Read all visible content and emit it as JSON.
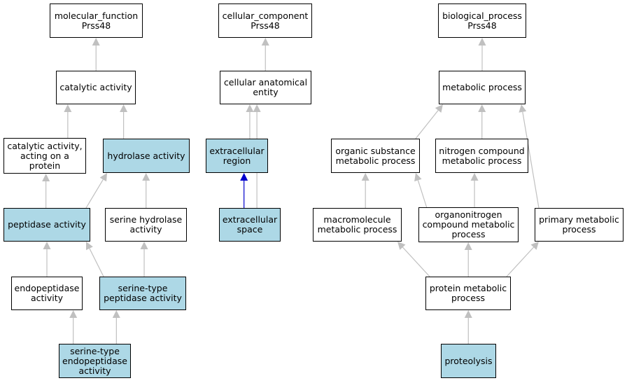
{
  "colors": {
    "highlight_fill": "#add8e6",
    "edge_default": "#c0c0c0",
    "edge_active": "#0000cd",
    "border": "#000000"
  },
  "nodes": [
    {
      "id": "molecular_function",
      "label": "molecular_function\nPrss48",
      "highlighted": false
    },
    {
      "id": "catalytic_activity",
      "label": "catalytic activity",
      "highlighted": false
    },
    {
      "id": "catalytic_activity_protein",
      "label": "catalytic activity,\nacting on a\nprotein",
      "highlighted": false
    },
    {
      "id": "hydrolase_activity",
      "label": "hydrolase activity",
      "highlighted": true
    },
    {
      "id": "peptidase_activity",
      "label": "peptidase activity",
      "highlighted": true
    },
    {
      "id": "serine_hydrolase_activity",
      "label": "serine hydrolase\nactivity",
      "highlighted": false
    },
    {
      "id": "endopeptidase_activity",
      "label": "endopeptidase\nactivity",
      "highlighted": false
    },
    {
      "id": "serine_type_peptidase_activity",
      "label": "serine-type\npeptidase activity",
      "highlighted": true
    },
    {
      "id": "serine_type_endopeptidase_activity",
      "label": "serine-type\nendopeptidase\nactivity",
      "highlighted": true
    },
    {
      "id": "cellular_component",
      "label": "cellular_component\nPrss48",
      "highlighted": false
    },
    {
      "id": "cellular_anatomical_entity",
      "label": "cellular anatomical\nentity",
      "highlighted": false
    },
    {
      "id": "extracellular_region",
      "label": "extracellular\nregion",
      "highlighted": true
    },
    {
      "id": "extracellular_space",
      "label": "extracellular\nspace",
      "highlighted": true
    },
    {
      "id": "biological_process",
      "label": "biological_process\nPrss48",
      "highlighted": false
    },
    {
      "id": "metabolic_process",
      "label": "metabolic process",
      "highlighted": false
    },
    {
      "id": "organic_substance_metabolic_process",
      "label": "organic substance\nmetabolic process",
      "highlighted": false
    },
    {
      "id": "nitrogen_compound_metabolic_process",
      "label": "nitrogen compound\nmetabolic process",
      "highlighted": false
    },
    {
      "id": "macromolecule_metabolic_process",
      "label": "macromolecule\nmetabolic process",
      "highlighted": false
    },
    {
      "id": "organonitrogen_compound_metabolic_process",
      "label": "organonitrogen\ncompound metabolic\nprocess",
      "highlighted": false
    },
    {
      "id": "primary_metabolic_process",
      "label": "primary metabolic\nprocess",
      "highlighted": false
    },
    {
      "id": "protein_metabolic_process",
      "label": "protein metabolic\nprocess",
      "highlighted": false
    },
    {
      "id": "proteolysis",
      "label": "proteolysis",
      "highlighted": true
    }
  ],
  "edges": [
    {
      "from": "catalytic_activity",
      "to": "molecular_function",
      "active": false
    },
    {
      "from": "catalytic_activity_protein",
      "to": "catalytic_activity",
      "active": false
    },
    {
      "from": "hydrolase_activity",
      "to": "catalytic_activity",
      "active": false
    },
    {
      "from": "peptidase_activity",
      "to": "catalytic_activity_protein",
      "active": false
    },
    {
      "from": "peptidase_activity",
      "to": "hydrolase_activity",
      "active": false
    },
    {
      "from": "serine_hydrolase_activity",
      "to": "hydrolase_activity",
      "active": false
    },
    {
      "from": "endopeptidase_activity",
      "to": "peptidase_activity",
      "active": false
    },
    {
      "from": "serine_type_peptidase_activity",
      "to": "peptidase_activity",
      "active": false
    },
    {
      "from": "serine_type_peptidase_activity",
      "to": "serine_hydrolase_activity",
      "active": false
    },
    {
      "from": "serine_type_endopeptidase_activity",
      "to": "endopeptidase_activity",
      "active": false
    },
    {
      "from": "serine_type_endopeptidase_activity",
      "to": "serine_type_peptidase_activity",
      "active": false
    },
    {
      "from": "cellular_anatomical_entity",
      "to": "cellular_component",
      "active": false
    },
    {
      "from": "extracellular_region",
      "to": "cellular_anatomical_entity",
      "active": false
    },
    {
      "from": "extracellular_space",
      "to": "cellular_anatomical_entity",
      "active": false
    },
    {
      "from": "extracellular_space",
      "to": "extracellular_region",
      "active": true
    },
    {
      "from": "metabolic_process",
      "to": "biological_process",
      "active": false
    },
    {
      "from": "organic_substance_metabolic_process",
      "to": "metabolic_process",
      "active": false
    },
    {
      "from": "nitrogen_compound_metabolic_process",
      "to": "metabolic_process",
      "active": false
    },
    {
      "from": "primary_metabolic_process",
      "to": "metabolic_process",
      "active": false
    },
    {
      "from": "macromolecule_metabolic_process",
      "to": "organic_substance_metabolic_process",
      "active": false
    },
    {
      "from": "organonitrogen_compound_metabolic_process",
      "to": "organic_substance_metabolic_process",
      "active": false
    },
    {
      "from": "organonitrogen_compound_metabolic_process",
      "to": "nitrogen_compound_metabolic_process",
      "active": false
    },
    {
      "from": "protein_metabolic_process",
      "to": "macromolecule_metabolic_process",
      "active": false
    },
    {
      "from": "protein_metabolic_process",
      "to": "organonitrogen_compound_metabolic_process",
      "active": false
    },
    {
      "from": "protein_metabolic_process",
      "to": "primary_metabolic_process",
      "active": false
    },
    {
      "from": "proteolysis",
      "to": "protein_metabolic_process",
      "active": false
    }
  ]
}
